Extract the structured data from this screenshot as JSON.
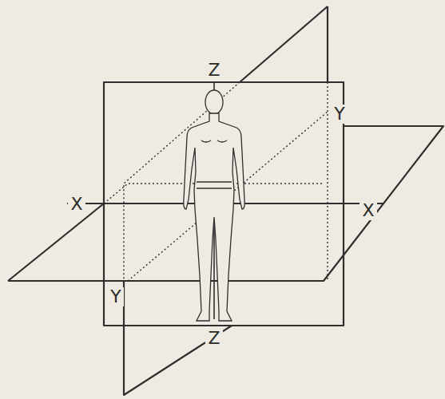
{
  "diagram": {
    "labels": [
      "Z",
      "Y",
      "X",
      "X",
      "Y",
      "Z"
    ]
  }
}
